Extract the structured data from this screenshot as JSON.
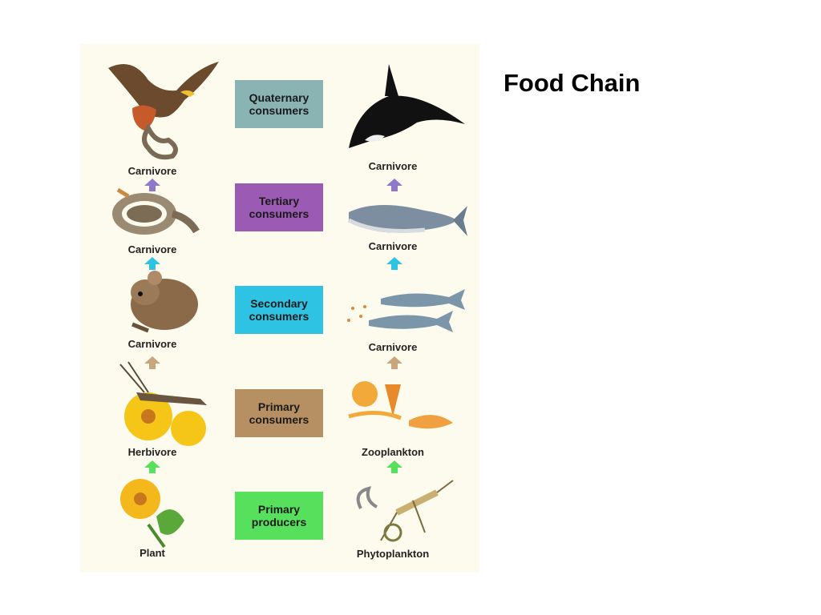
{
  "slide": {
    "title": "Food Chain"
  },
  "levels": [
    {
      "line1": "Quaternary",
      "line2": "consumers",
      "color": "#8ab3b3"
    },
    {
      "line1": "Tertiary",
      "line2": "consumers",
      "color": "#9b5ab4"
    },
    {
      "line1": "Secondary",
      "line2": "consumers",
      "color": "#2ec3e3"
    },
    {
      "line1": "Primary",
      "line2": "consumers",
      "color": "#b68f62"
    },
    {
      "line1": "Primary",
      "line2": "producers",
      "color": "#57e05c"
    }
  ],
  "left_chain": [
    "Carnivore",
    "Carnivore",
    "Carnivore",
    "Herbivore",
    "Plant"
  ],
  "right_chain": [
    "Carnivore",
    "Carnivore",
    "Carnivore",
    "Zooplankton",
    "Phytoplankton"
  ],
  "arrow_colors": [
    "#8f78c8",
    "#2ec3e3",
    "#c9a67e",
    "#57e05c"
  ],
  "icons": {
    "left": [
      "hawk-icon",
      "snake-icon",
      "mouse-icon",
      "grasshopper-icon",
      "flower-icon"
    ],
    "right": [
      "orca-icon",
      "tuna-icon",
      "herring-icon",
      "zooplankton-icon",
      "phytoplankton-icon"
    ]
  }
}
